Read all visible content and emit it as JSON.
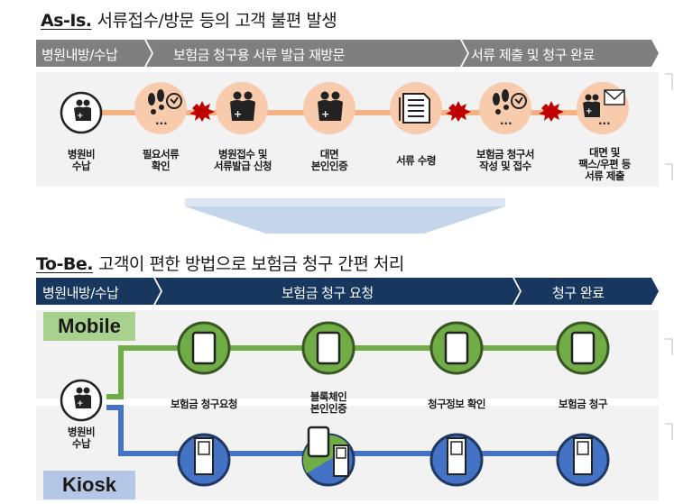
{
  "as_is": {
    "title_key": "As-Is.",
    "title_rest": "서류접수/방문 등의 고객 불편 발생",
    "stages": [
      "병원내방/수납",
      "보험금 청구용 서류 발급 재방문",
      "서류 제출 및 청구 완료"
    ],
    "steps": [
      {
        "label": "병원비\n수납",
        "icon": "person-plus-icon"
      },
      {
        "label": "필요서류\n확인",
        "icon": "footprints-phone-icon"
      },
      {
        "label": "병원접수 및\n서류발급 신청",
        "icon": "people-plus-icon"
      },
      {
        "label": "대면\n본인인증",
        "icon": "people-plus-icon"
      },
      {
        "label": "서류 수령",
        "icon": "document-icon"
      },
      {
        "label": "보험금 청구서\n작성 및 접수",
        "icon": "footprints-phone-icon"
      },
      {
        "label": "대면 및\n팩스/우편 등\n서류 제출",
        "icon": "person-envelope-icon"
      }
    ]
  },
  "to_be": {
    "title_key": "To-Be.",
    "title_rest": "고객이 편한 방법으로 보험금 청구 간편 처리",
    "stages": [
      "병원내방/수납",
      "보험금 청구 요청",
      "청구 완료"
    ],
    "channels": {
      "mobile": "Mobile",
      "kiosk": "Kiosk"
    },
    "start": {
      "label": "병원비\n수납",
      "icon": "person-plus-icon"
    },
    "steps": [
      "보험금 청구요청",
      "블록체인\n본인인증",
      "청구정보 확인",
      "보험금 청구"
    ]
  },
  "colors": {
    "navy": "#17375e",
    "grey_stage": "#7f7f7f",
    "peach": "#f8cbad",
    "connector": "#f4b183",
    "burst": "#c00000",
    "green": "#70ad47",
    "blue": "#4472c4",
    "mobile_pill": "#a9d18e",
    "kiosk_pill": "#b4c7e7",
    "panel": "#f2f2f2",
    "arrow": "#c5d5ea"
  }
}
